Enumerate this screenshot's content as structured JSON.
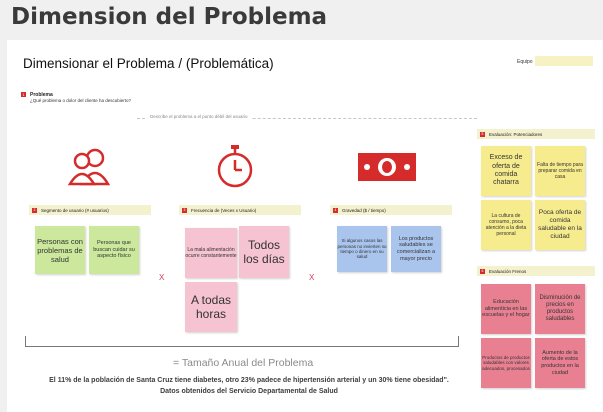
{
  "page": {
    "title": "Dimension del Problema"
  },
  "board": {
    "title": "Dimensionar el Problema / (Problemática)",
    "team_label": "Equipo",
    "problem": {
      "number": "1",
      "title": "Problema",
      "question": "¿Qué problema o dolor del cliente ha descubierto?"
    },
    "describe_hint": "Describe el problema a el punto débil del usuario",
    "segment": {
      "number": "2",
      "label": "Segmento de usuario (# usuarios)",
      "icon": "users-icon",
      "notes": [
        "Personas con problemas de salud",
        "Personas que buscan cuidar su aspecto físico"
      ]
    },
    "frequency": {
      "number": "3",
      "label": "Frecuencia de (Veces x Usuario)",
      "icon": "stopwatch-icon",
      "notes": [
        "La mala alimentación ocurre constantemente",
        "Todos los días",
        "A todas horas"
      ]
    },
    "severity": {
      "number": "4",
      "label": "Gravedad ($ / tiempo)",
      "icon": "money-bill-icon",
      "notes": [
        "Si algunos casos las personas no invierten su tiempo o dinero en su salud",
        "Los productos saludables se comercializan a mayor precio"
      ]
    },
    "multiply_sign": "X",
    "potentiators": {
      "number": "5",
      "label": "Evaluación: Potenciadores",
      "notes": [
        "Exceso de oferta de comida chatarra",
        "Falta de tiempo para preparar comida en casa",
        "La cultura de consumo, poca atención a la dieta personal",
        "Poca oferta de comida saludable en la ciudad"
      ]
    },
    "brakes": {
      "number": "6",
      "label": "Evaluación Frenos",
      "notes": [
        "Educación alimenticia en las escuelas y el hogar",
        "Disminución de precios en productos saludables",
        "Productos de productos saludables con valores adecuados, procesados",
        "Aumento de la oferta de estos productos en la ciudad"
      ]
    },
    "annual_size": "= Tamaño Anual del Problema",
    "footer": "El 11% de la población de Santa Cruz tiene diabetes, otro 23% padece de hipertensión arterial y un 30% tiene obesidad\". Datos obtenidos del Servicio Departamental de Salud"
  },
  "colors": {
    "accent_red": "#d52b2b",
    "header_yellow": "#f4f1cf",
    "green_note": "#cbe89c",
    "pink_note": "#f6c3d2",
    "blue_note": "#a9c5ee",
    "yellow_note": "#f7ec8d",
    "red_note": "#e98092"
  }
}
